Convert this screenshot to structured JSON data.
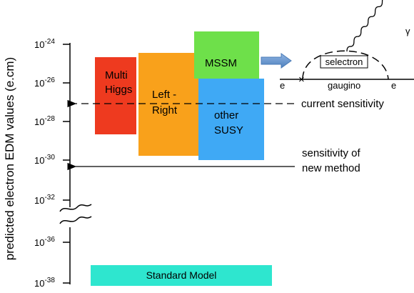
{
  "axis": {
    "label": "predicted electron EDM values (e.cm)",
    "ticks": [
      {
        "base": "10",
        "exp": "-24"
      },
      {
        "base": "10",
        "exp": "-26"
      },
      {
        "base": "10",
        "exp": "-28"
      },
      {
        "base": "10",
        "exp": "-30"
      },
      {
        "base": "10",
        "exp": "-32"
      },
      {
        "base": "10",
        "exp": "-36"
      },
      {
        "base": "10",
        "exp": "-38"
      }
    ]
  },
  "boxes": {
    "multi_higgs": {
      "line1": "Multi",
      "line2": "Higgs",
      "color": "#ee3a1f"
    },
    "left_right": {
      "line1": "Left -",
      "line2": "Right",
      "color": "#f9a11b"
    },
    "mssm": {
      "label": "MSSM",
      "color": "#6ee04a"
    },
    "other_susy": {
      "line1": "other",
      "line2": "SUSY",
      "color": "#3fa9f5"
    },
    "standard_model": {
      "label": "Standard Model",
      "color": "#2ee6cf"
    }
  },
  "annotations": {
    "current_sensitivity": "current sensitivity",
    "new_method_line1": "sensitivity of",
    "new_method_line2": "new method"
  },
  "feynman": {
    "selectron": "selectron",
    "gaugino": "gaugino",
    "e_left": "e",
    "e_right": "e",
    "gamma": "γ"
  }
}
